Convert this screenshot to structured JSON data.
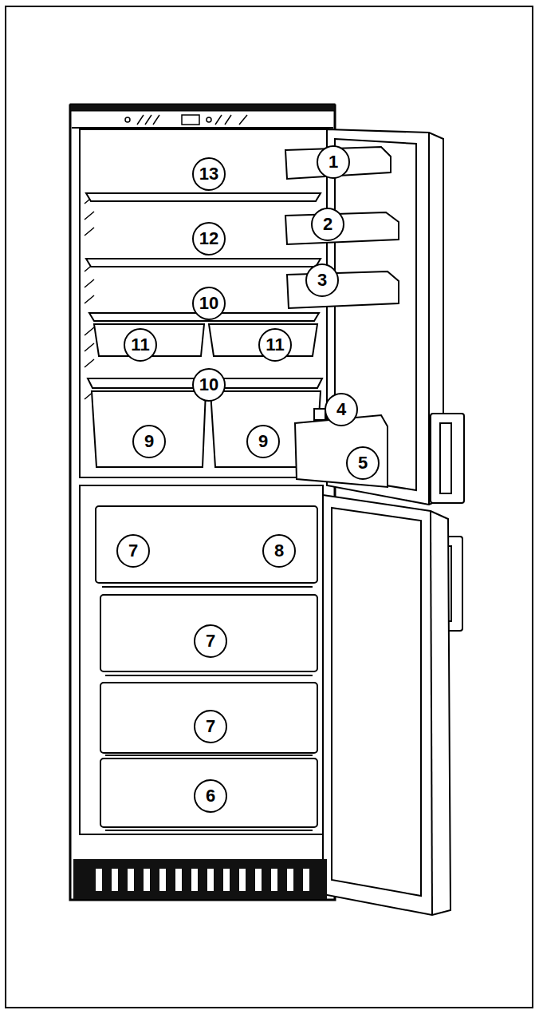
{
  "diagram": {
    "nodes": [
      {
        "text": [
          "1"
        ]
      },
      {
        "text": [
          "13"
        ]
      },
      {
        "text": [
          "2"
        ]
      },
      {
        "text": [
          "12"
        ]
      },
      {
        "text": [
          "3"
        ]
      },
      {
        "text": [
          "10"
        ]
      },
      {
        "text": [
          "11"
        ]
      },
      {
        "text": [
          "11"
        ]
      },
      {
        "text": [
          "10"
        ]
      },
      {
        "text": [
          "4"
        ]
      },
      {
        "text": [
          "9"
        ]
      },
      {
        "text": [
          "9"
        ]
      },
      {
        "text": [
          "5"
        ]
      },
      {
        "text": [
          "7"
        ]
      },
      {
        "text": [
          "8"
        ]
      },
      {
        "text": [
          "7"
        ]
      },
      {
        "text": [
          "7"
        ]
      },
      {
        "text": [
          "6"
        ]
      }
    ]
  }
}
